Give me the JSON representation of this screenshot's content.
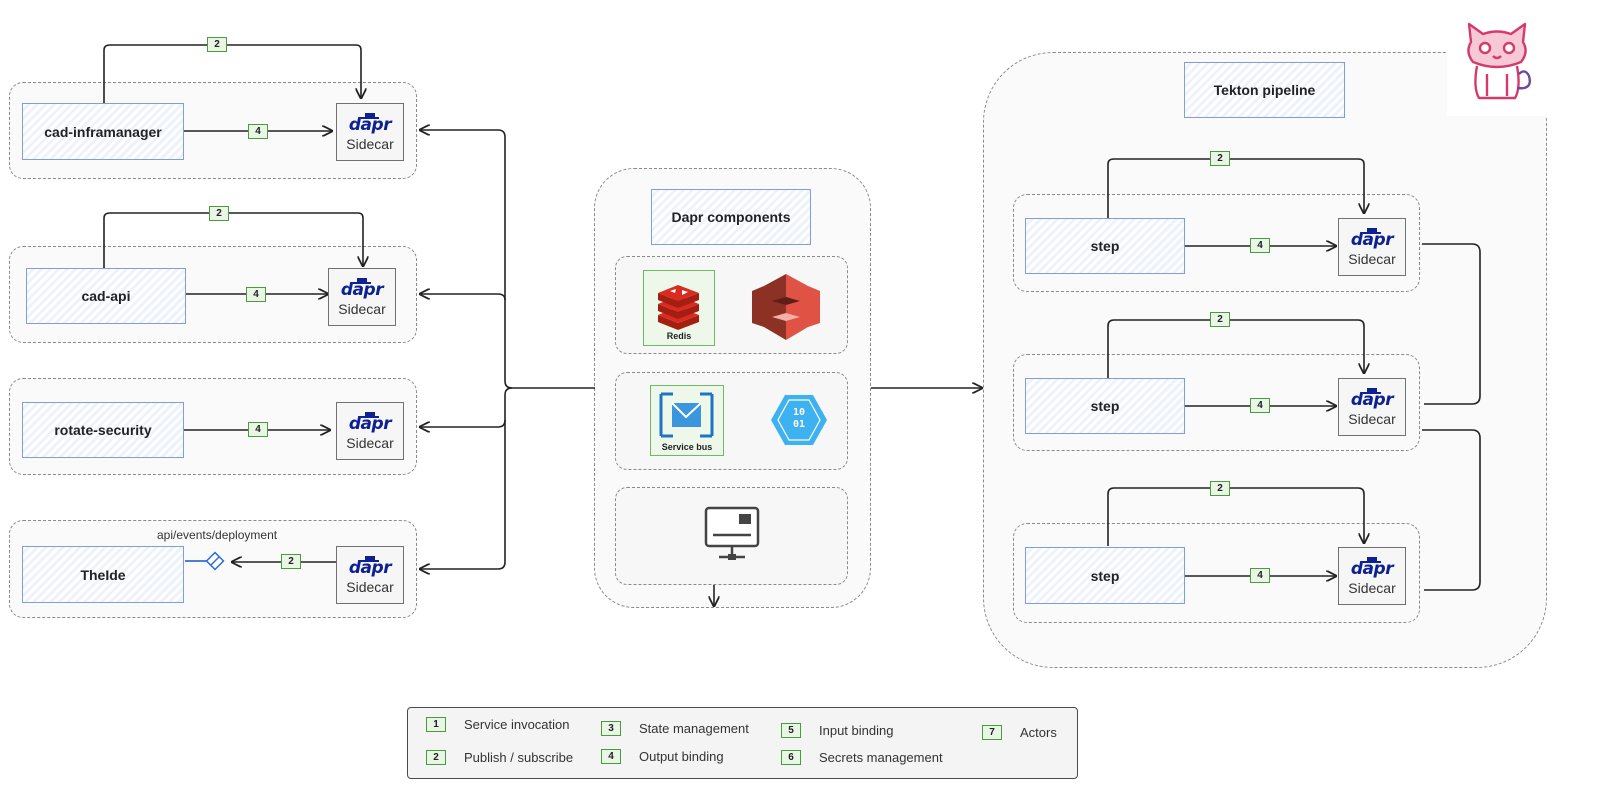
{
  "services": {
    "cad_inframanager": "cad-inframanager",
    "cad_api": "cad-api",
    "rotate_security": "rotate-security",
    "theide": "TheIde"
  },
  "sidecar": {
    "logo": "dapr",
    "label": "Sidecar"
  },
  "endpoint_label": "api/events/deployment",
  "components": {
    "title": "Dapr components",
    "redis_label": "Redis",
    "servicebus_label": "Service bus",
    "binary_glyph": "10\n01"
  },
  "tekton": {
    "title": "Tekton pipeline",
    "step_label": "step"
  },
  "badges": {
    "pubsub": "2",
    "output": "4"
  },
  "legend": [
    {
      "num": "1",
      "label": "Service invocation"
    },
    {
      "num": "2",
      "label": "Publish / subscribe"
    },
    {
      "num": "3",
      "label": "State management"
    },
    {
      "num": "4",
      "label": "Output binding"
    },
    {
      "num": "5",
      "label": "Input binding"
    },
    {
      "num": "6",
      "label": "Secrets management"
    },
    {
      "num": "7",
      "label": "Actors"
    }
  ],
  "icons": [
    "redis-icon",
    "aws-s3-icon",
    "azure-service-bus-icon",
    "binary-hexagon-icon",
    "terminal-icon",
    "tekton-cat-icon"
  ],
  "colors": {
    "service_border": "#7f9fd6",
    "badge_border": "#4a9a3e",
    "dapr_blue": "#0d2192",
    "redis_red": "#c6302b",
    "s3_red": "#c7392f",
    "azure_blue": "#1e73c5",
    "hex_blue": "#3eb1f0"
  }
}
